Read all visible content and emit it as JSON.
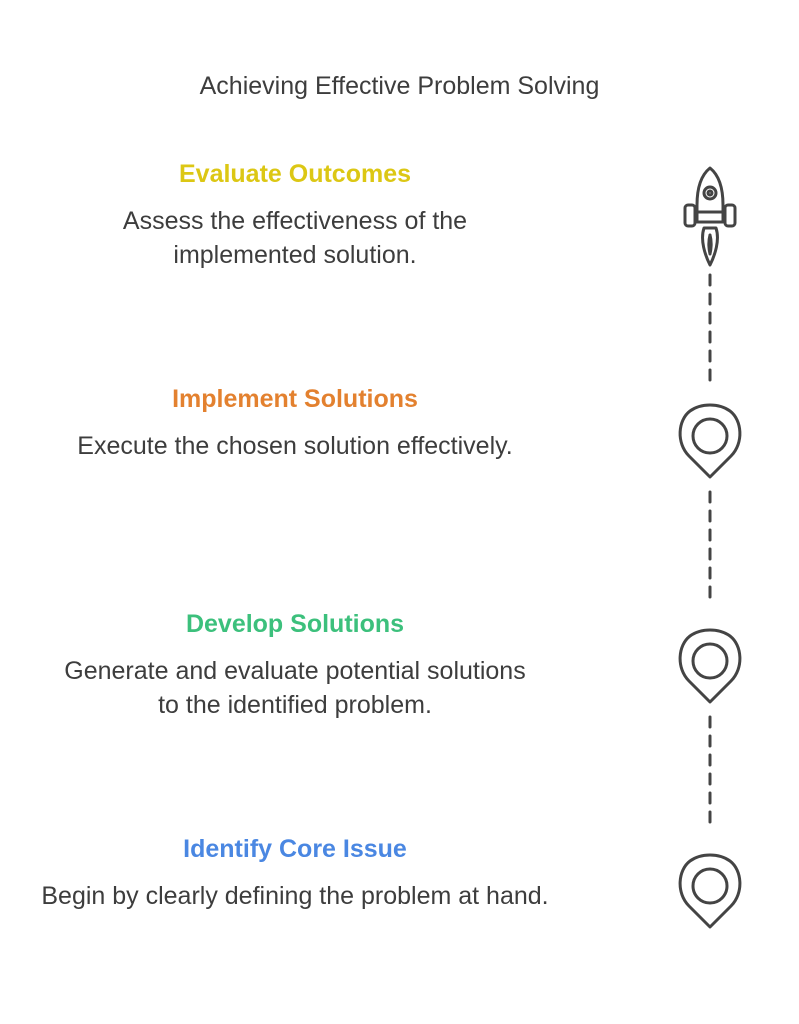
{
  "title": "Achieving Effective Problem Solving",
  "steps": [
    {
      "heading": "Evaluate Outcomes",
      "text": "Assess the effectiveness of the implemented solution.",
      "color": "#dcc714",
      "icon": "rocket-icon"
    },
    {
      "heading": "Implement Solutions",
      "text": "Execute the chosen solution effectively.",
      "color": "#e3812f",
      "icon": "map-pin-icon"
    },
    {
      "heading": "Develop Solutions",
      "text": "Generate and evaluate potential solutions to the identified problem.",
      "color": "#3cc07c",
      "icon": "map-pin-icon"
    },
    {
      "heading": "Identify Core Issue",
      "text": "Begin by clearly defining the problem at hand.",
      "color": "#4a87e2",
      "icon": "map-pin-icon"
    }
  ]
}
